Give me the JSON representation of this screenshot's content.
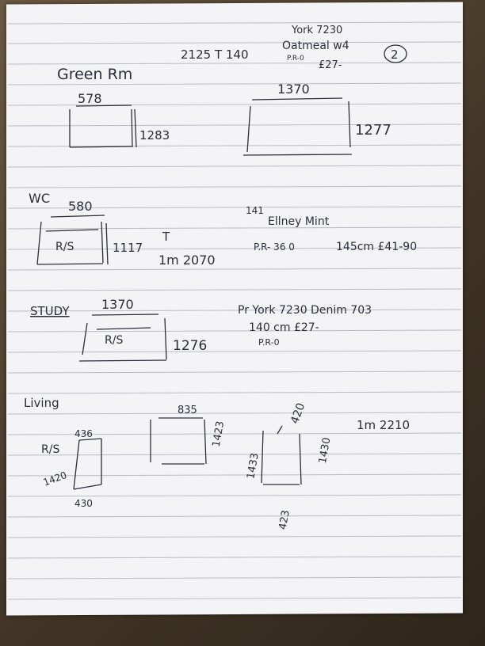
{
  "header": {
    "dims": "2125 T 140",
    "york": "York 7230",
    "oatmeal": "Oatmeal w4",
    "pr": "P.R-0",
    "price": "£27-",
    "page_number": "2"
  },
  "green_room": {
    "title": "Green Rm",
    "left_top": "578",
    "left_side": "1283",
    "right_top": "1370",
    "right_side": "1277"
  },
  "wc": {
    "title": "WC",
    "top": "580",
    "box_label": "R/S",
    "side": "1117",
    "t": "T",
    "meters": "1m 2070",
    "code": "141",
    "paint": "Ellney Mint",
    "pr": "P.R- 36 0",
    "price": "145cm £41-90"
  },
  "study": {
    "title": "STUDY",
    "top": "1370",
    "box_label": "R/S",
    "side": "1276",
    "fabric": "Pr York 7230 Denim 703",
    "price": "140 cm £27-",
    "pr": "P.R-0"
  },
  "living": {
    "title": "Living",
    "rs": "R/S",
    "w1": "436",
    "h1": "1420",
    "b1": "430",
    "w2": "835",
    "h2": "1423",
    "w3": "420",
    "h3a": "1433",
    "h3b": "1430",
    "b3": "423",
    "meters": "1m 2210"
  }
}
